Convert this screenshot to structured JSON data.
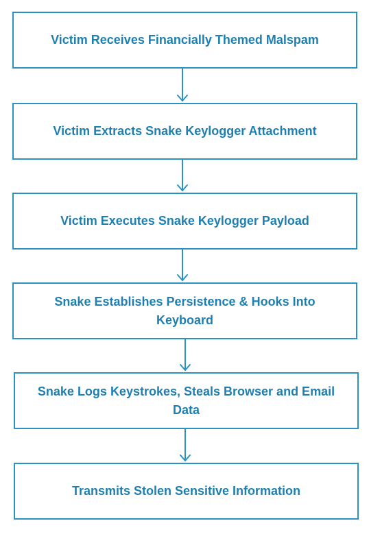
{
  "diagram": {
    "accent_color": "#2a93c4",
    "text_color": "#1e7fb0",
    "steps": [
      {
        "label": "Victim Receives Financially Themed Malspam"
      },
      {
        "label": "Victim Extracts Snake Keylogger Attachment"
      },
      {
        "label": "Victim Executes Snake Keylogger Payload"
      },
      {
        "label": "Snake Establishes Persistence & Hooks Into Keyboard"
      },
      {
        "label": "Snake Logs Keystrokes, Steals Browser and Email Data"
      },
      {
        "label": "Transmits Stolen Sensitive Information"
      }
    ]
  }
}
